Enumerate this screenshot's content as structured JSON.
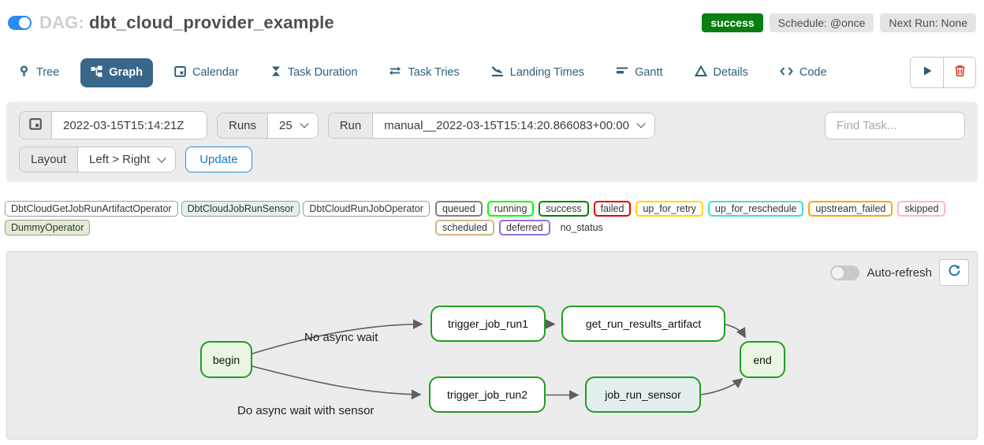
{
  "header": {
    "dag_label": "DAG:",
    "dag_name": "dbt_cloud_provider_example",
    "status_badge": "success",
    "status_color": "#0a7e12",
    "schedule_badge": "Schedule: @once",
    "next_run_badge": "Next Run: None",
    "pause_toggle_state": "on"
  },
  "tabs": [
    {
      "label": "Tree",
      "icon": "tree-icon",
      "active": false
    },
    {
      "label": "Graph",
      "icon": "graph-icon",
      "active": true
    },
    {
      "label": "Calendar",
      "icon": "calendar-icon",
      "active": false
    },
    {
      "label": "Task Duration",
      "icon": "hourglass-icon",
      "active": false
    },
    {
      "label": "Task Tries",
      "icon": "repeat-icon",
      "active": false
    },
    {
      "label": "Landing Times",
      "icon": "plane-landing-icon",
      "active": false
    },
    {
      "label": "Gantt",
      "icon": "gantt-icon",
      "active": false
    },
    {
      "label": "Details",
      "icon": "triangle-icon",
      "active": false
    },
    {
      "label": "Code",
      "icon": "code-icon",
      "active": false
    }
  ],
  "actions": {
    "play_icon": "play-icon",
    "delete_icon": "trash-icon"
  },
  "filters": {
    "calendar_icon": "calendar-icon",
    "base_date": "2022-03-15T15:14:21Z",
    "runs_label": "Runs",
    "runs_selected": "25",
    "run_label": "Run",
    "run_selected": "manual__2022-03-15T15:14:20.866083+00:00",
    "find_task_placeholder": "Find Task...",
    "layout_label": "Layout",
    "layout_selected": "Left > Right",
    "update_button": "Update"
  },
  "legend": {
    "operators": [
      {
        "label": "DbtCloudGetJobRunArtifactOperator",
        "bg": "#ffffff"
      },
      {
        "label": "DbtCloudJobRunSensor",
        "bg": "#e2f0f0"
      },
      {
        "label": "DbtCloudRunJobOperator",
        "bg": "#ffffff"
      },
      {
        "label": "DummyOperator",
        "bg": "#e1eed4"
      }
    ],
    "states": [
      {
        "label": "queued",
        "border": "#808080"
      },
      {
        "label": "running",
        "border": "#00ff00"
      },
      {
        "label": "success",
        "border": "#008000"
      },
      {
        "label": "failed",
        "border": "#e60000"
      },
      {
        "label": "up_for_retry",
        "border": "#ffd700"
      },
      {
        "label": "up_for_reschedule",
        "border": "#40e0d0"
      },
      {
        "label": "upstream_failed",
        "border": "#ffa500"
      },
      {
        "label": "skipped",
        "border": "#f8b7cd"
      },
      {
        "label": "scheduled",
        "border": "#d2b48c"
      },
      {
        "label": "deferred",
        "border": "#9370db"
      },
      {
        "label": "no_status",
        "border": "none"
      }
    ]
  },
  "graph": {
    "auto_refresh_label": "Auto-refresh",
    "auto_refresh_state": "off",
    "refresh_icon": "refresh-icon",
    "nodes": [
      {
        "id": "begin",
        "label": "begin",
        "fill": "#eaf6e3",
        "border": "#1f9e21"
      },
      {
        "id": "trigger_job_run1",
        "label": "trigger_job_run1",
        "fill": "#ffffff",
        "border": "#1f9e21"
      },
      {
        "id": "get_run_results_artifact",
        "label": "get_run_results_artifact",
        "fill": "#ffffff",
        "border": "#1f9e21"
      },
      {
        "id": "trigger_job_run2",
        "label": "trigger_job_run2",
        "fill": "#ffffff",
        "border": "#1f9e21"
      },
      {
        "id": "job_run_sensor",
        "label": "job_run_sensor",
        "fill": "#e3efef",
        "border": "#1f9e21"
      },
      {
        "id": "end",
        "label": "end",
        "fill": "#eaf6e3",
        "border": "#1f9e21"
      }
    ],
    "edge_labels": [
      "No async wait",
      "Do async wait with sensor"
    ]
  }
}
